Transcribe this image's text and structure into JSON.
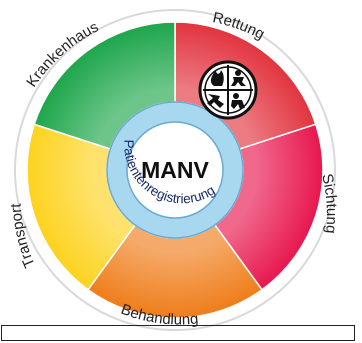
{
  "diagram": {
    "center_title": "MANV",
    "ring_text": "Patientenregistrierung",
    "segments": [
      {
        "label": "Rettung",
        "color": "#e2343f"
      },
      {
        "label": "Sichtung",
        "color": "#e8174e"
      },
      {
        "label": "Behandlung",
        "color": "#ef7d1a"
      },
      {
        "label": "Transport",
        "color": "#fdd31f"
      },
      {
        "label": "Krankenhaus",
        "color": "#1ea64b"
      }
    ],
    "ring_color": "#a8d8f0",
    "emblem_icon": "fire-rescue-emblem-icon"
  }
}
